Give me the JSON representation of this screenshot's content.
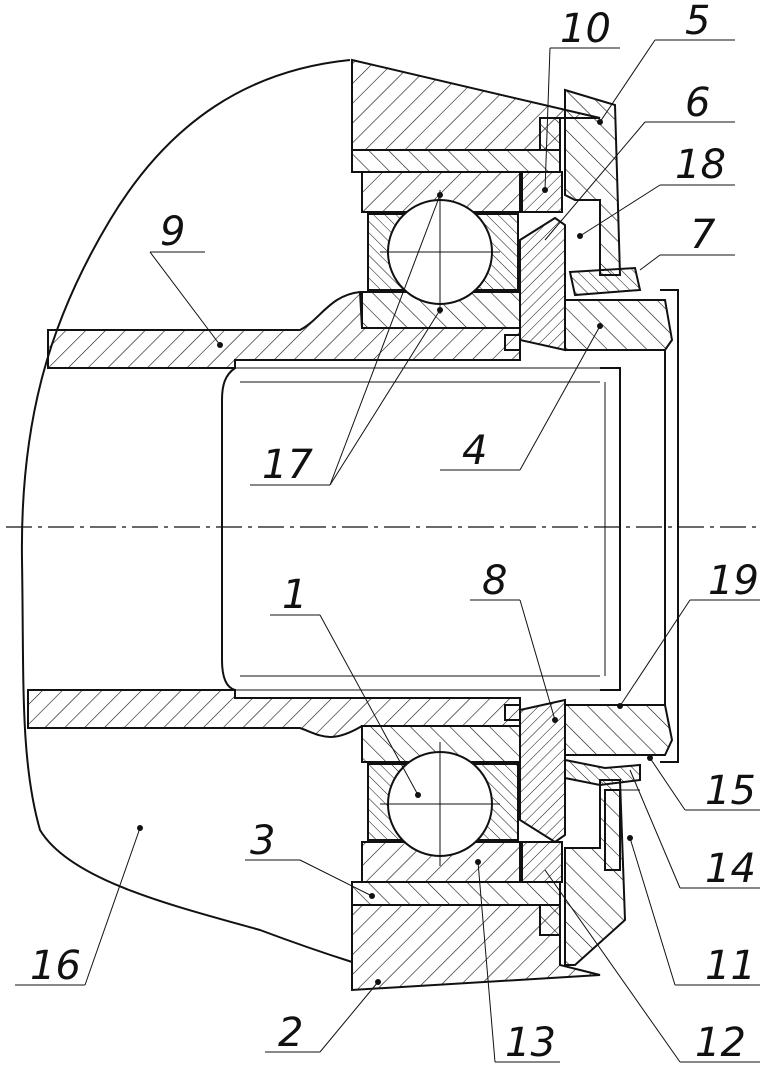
{
  "drawing": {
    "type": "assembly-section",
    "callouts": [
      "1",
      "2",
      "3",
      "4",
      "5",
      "6",
      "7",
      "8",
      "9",
      "10",
      "11",
      "12",
      "13",
      "14",
      "15",
      "16",
      "17",
      "18",
      "19"
    ]
  },
  "labels": {
    "l1": "1",
    "l2": "2",
    "l3": "3",
    "l4": "4",
    "l5": "5",
    "l6": "6",
    "l7": "7",
    "l8": "8",
    "l9": "9",
    "l10": "10",
    "l11": "11",
    "l12": "12",
    "l13": "13",
    "l14": "14",
    "l15": "15",
    "l16": "16",
    "l17": "17",
    "l18": "18",
    "l19": "19"
  },
  "colors": {
    "ink": "#111111",
    "paper": "#ffffff"
  }
}
